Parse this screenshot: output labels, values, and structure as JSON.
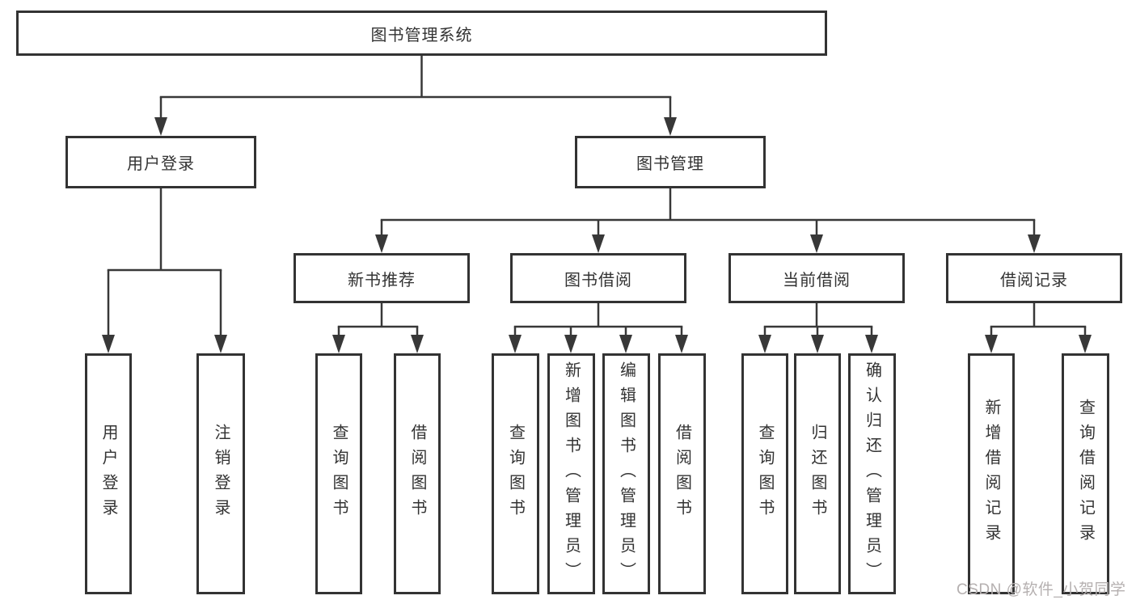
{
  "nodes": {
    "root": "图书管理系统",
    "user_login_menu": "用户登录",
    "book_mgmt_menu": "图书管理",
    "new_book_menu": "新书推荐",
    "book_borrow_menu": "图书借阅",
    "current_borrow_menu": "当前借阅",
    "borrow_records_menu": "借阅记录",
    "leaf_user_login": "用户登录",
    "leaf_logout": "注销登录",
    "leaf_newbook_query": "查询图书",
    "leaf_newbook_borrow": "借阅图书",
    "leaf_borrow_query": "查询图书",
    "leaf_borrow_add": "新增图书（管理员）",
    "leaf_borrow_edit": "编辑图书（管理员）",
    "leaf_borrow_borrow": "借阅图书",
    "leaf_current_query": "查询图书",
    "leaf_current_return": "归还图书",
    "leaf_current_confirm": "确认归还（管理员）",
    "leaf_records_add": "新增借阅记录",
    "leaf_records_query": "查询借阅记录"
  },
  "watermark": "CSDN @软件_小贺同学",
  "colors": {
    "line": "#383838",
    "border": "#333333",
    "text": "#333333",
    "watermark": "#b5b0b0",
    "background": "#ffffff"
  }
}
